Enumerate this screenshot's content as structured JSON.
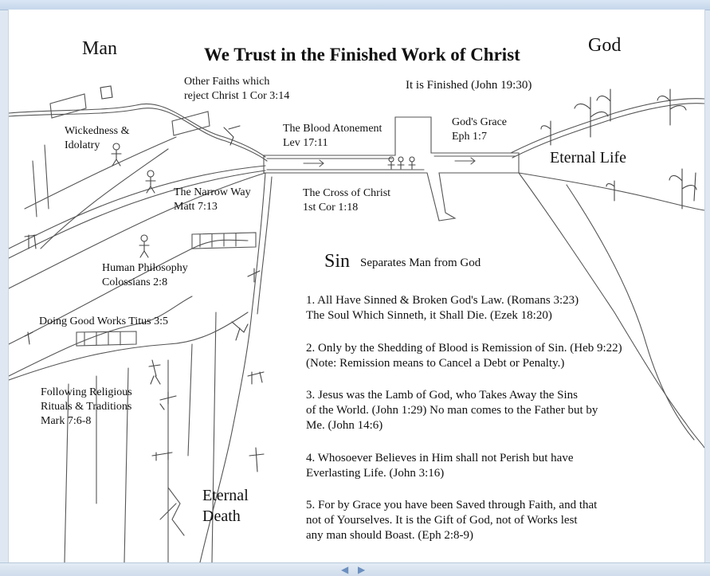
{
  "diagram": {
    "title": "We Trust in the Finished Work of Christ",
    "man_label": "Man",
    "god_label": "God",
    "finished": "It is Finished (John 19:30)",
    "other_faiths": [
      "Other Faiths which",
      "reject Christ 1 Cor 3:14"
    ],
    "wickedness": [
      "Wickedness &",
      "Idolatry"
    ],
    "blood": [
      "The Blood Atonement",
      "Lev 17:11"
    ],
    "grace": [
      "God's Grace",
      "Eph 1:7"
    ],
    "eternal_life": "Eternal Life",
    "narrow": [
      "The Narrow Way",
      "Matt 7:13"
    ],
    "cross": [
      "The Cross of Christ",
      "1st Cor 1:18"
    ],
    "philosophy": [
      "Human Philosophy",
      "Colossians 2:8"
    ],
    "good_works": "Doing Good Works Titus 3:5",
    "rituals": [
      "Following Religious",
      "Rituals & Traditions",
      "Mark 7:6-8"
    ],
    "eternal_death": [
      "Eternal",
      "Death"
    ],
    "sin_word": "Sin",
    "sin_sub": "Separates Man from God",
    "points": [
      [
        "1. All Have Sinned & Broken God's Law. (Romans 3:23)",
        "The Soul Which Sinneth, it Shall Die. (Ezek 18:20)"
      ],
      [
        "2. Only by the Shedding of Blood is Remission of Sin. (Heb 9:22)",
        "(Note: Remission means to Cancel a Debt or Penalty.)"
      ],
      [
        "3. Jesus was the Lamb of God, who Takes Away the Sins",
        "of the World. (John 1:29)  No man comes to the Father but by",
        "Me.  (John 14:6)"
      ],
      [
        "4. Whosoever Believes in Him shall not Perish but have",
        "Everlasting Life. (John 3:16)"
      ],
      [
        "5. For by Grace you have been Saved through Faith, and that",
        "not of Yourselves. It is the Gift of God, not of Works lest",
        "any man should Boast. (Eph 2:8-9)"
      ]
    ]
  },
  "viewer": {
    "prev_icon": "◀",
    "next_icon": "▶"
  }
}
